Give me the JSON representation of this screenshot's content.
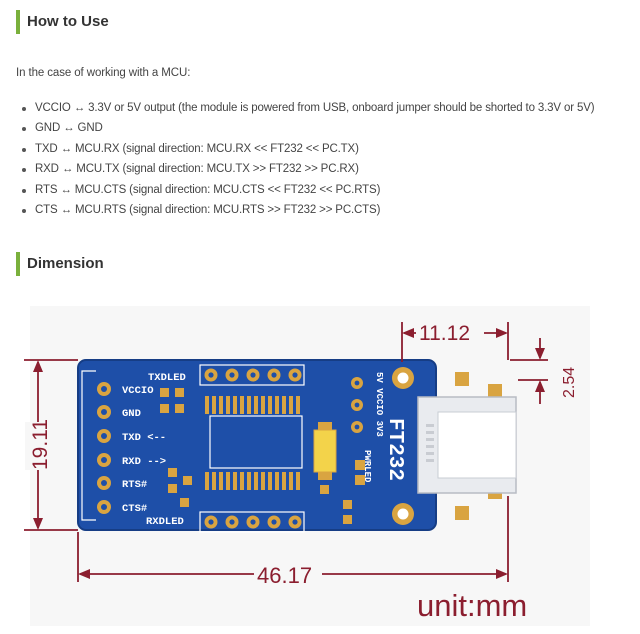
{
  "how_to_use": {
    "heading": "How to Use",
    "intro": "In the case of working with a MCU:",
    "items": [
      "VCCIO ↔ 3.3V or 5V output (the module is powered from USB, onboard jumper should be shorted to 3.3V or 5V)",
      "GND ↔ GND",
      "TXD ↔ MCU.RX (signal direction: MCU.RX << FT232 << PC.TX)",
      "RXD ↔ MCU.TX (signal direction: MCU.TX >> FT232 >> PC.RX)",
      "RTS ↔ MCU.CTS (signal direction: MCU.CTS << FT232 << PC.RTS)",
      "CTS ↔ MCU.RTS (signal direction: MCU.RTS >> FT232 >> PC.CTS)"
    ]
  },
  "dimension": {
    "heading": "Dimension",
    "dims": {
      "width": "46.17",
      "height": "19.11",
      "header_offset": "11.12",
      "edge_offset": "2.54"
    },
    "unit_label": "unit:mm"
  },
  "board": {
    "left_pins": [
      "VCCIO",
      "GND",
      "TXD <--",
      "RXD -->",
      "RTS#",
      "CTS#"
    ],
    "top_label": "TXDLED",
    "bottom_label": "RXDLED",
    "right_label": "FT232",
    "jumper_label": "5V VCCIO 3V3",
    "pwr_label": "PWRLED",
    "colors": {
      "pcb": "#1e4fa8",
      "pad": "#d9a441",
      "dimension": "#8b1e2f",
      "accent": "#7ab03c"
    }
  }
}
